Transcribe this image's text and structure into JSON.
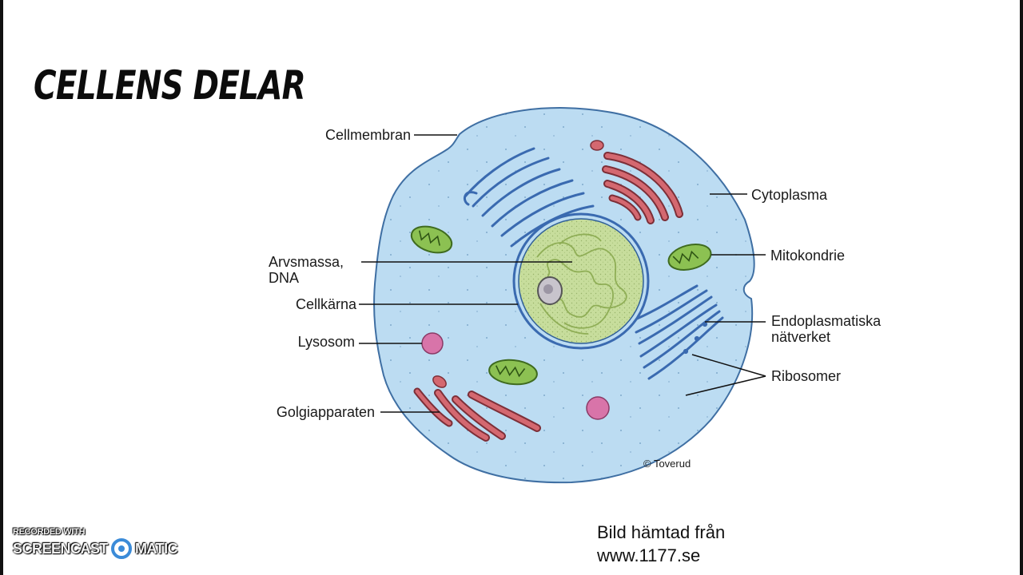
{
  "slide": {
    "title": "Cellens delar"
  },
  "diagram": {
    "labels": {
      "cellmembran": "Cellmembran",
      "arvsmassa_line1": "Arvsmassa,",
      "arvsmassa_line2": "DNA",
      "cellkarna": "Cellkärna",
      "lysosom": "Lysosom",
      "golgi": "Golgiapparaten",
      "cytoplasma": "Cytoplasma",
      "mitokondrie": "Mitokondrie",
      "er_line1": "Endoplasmatiska",
      "er_line2": "nätverket",
      "ribosomer": "Ribosomer"
    },
    "credit": "© Toverud"
  },
  "source": {
    "line1": "Bild hämtad från",
    "line2": "www.1177.se"
  },
  "watermark": {
    "top": "RECORDED WITH",
    "left": "SCREENCAST",
    "right": "MATIC"
  },
  "colors": {
    "cytoplasm": "#bcdcf2",
    "membrane": "#3f6fa3",
    "nucleus": "#c7dd9c",
    "er": "#3a6ab0",
    "mitochondria": "#8cc152",
    "golgi": "#cf6068",
    "lysosome": "#cc6699"
  }
}
